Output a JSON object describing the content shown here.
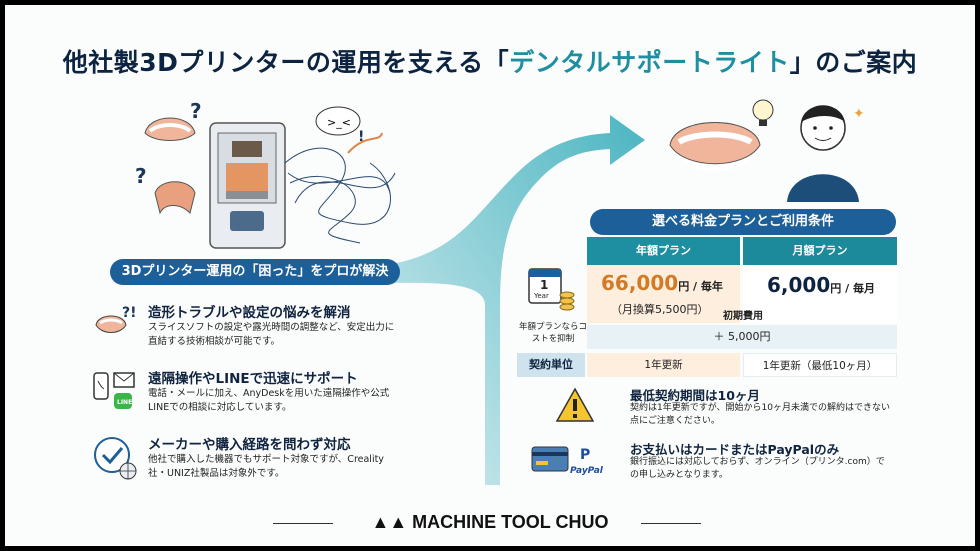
{
  "title": {
    "prefix": "他社製3Dプリンターの運用を支える「",
    "highlight": "デンタルサポートライト",
    "suffix": "」のご案内"
  },
  "left_section": {
    "pill": "3Dプリンター運用の「困った」をプロが解決",
    "features": [
      {
        "title": "造形トラブルや設定の悩みを解消",
        "desc": "スライスソフトの設定や露光時間の調整など、安定出力に直結する技術相談が可能です。"
      },
      {
        "title": "遠隔操作やLINEで迅速にサポート",
        "desc": "電話・メールに加え、AnyDeskを用いた遠隔操作や公式LINEでの相談に対応しています。"
      },
      {
        "title": "メーカーや購入経路を問わず対応",
        "desc": "他社で購入した機器でもサポート対象ですが、Creality社・UNIZ社製品は対象外です。"
      }
    ]
  },
  "right_section": {
    "pill": "選べる料金プランとご利用条件",
    "calendar": {
      "number": "1",
      "word": "Year"
    },
    "side_label": "年額プランならコストを抑制",
    "table": {
      "yearly_header": "年額プラン",
      "monthly_header": "月額プラン",
      "yearly_price": "66,000",
      "yearly_unit": "円 / 毎年",
      "yearly_sub": "（月換算5,500円）",
      "monthly_price": "6,000",
      "monthly_unit": "円 / 毎月",
      "initial_fee_label": "初期費用",
      "initial_fee": "＋ 5,000円",
      "unit_label": "契約単位",
      "unit_yearly": "1年更新",
      "unit_monthly": "1年更新（最低10ヶ月）"
    },
    "conditions": [
      {
        "title": "最低契約期間は10ヶ月",
        "desc": "契約は1年更新ですが、開始から10ヶ月未満での解約はできない点にご注意ください。"
      },
      {
        "title": "お支払いはカードまたはPayPalのみ",
        "desc": "銀行振込には対応しておらず、オンライン（プリンタ.com）での申し込みとなります。"
      }
    ],
    "paypal_text": "PayPal",
    "line_badge": "LINE"
  },
  "footer": {
    "brand": "MACHINE TOOL CHUO"
  },
  "colors": {
    "navy": "#0c2341",
    "teal": "#1d8fa0",
    "pill": "#1d5f99",
    "orange": "#d27a26"
  }
}
